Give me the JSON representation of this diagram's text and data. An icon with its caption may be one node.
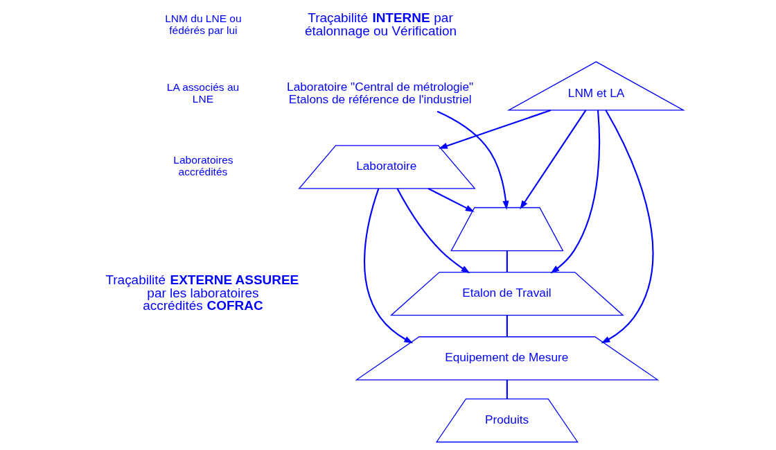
{
  "diagram": {
    "nodes": [
      {
        "text": [
          "LNM et LA"
        ]
      },
      {
        "text": [
          "Laboratoire"
        ]
      },
      {
        "text": [
          "Laboratoire \"Central de métrologie\" Etalons de référence de l'industriel"
        ]
      },
      {
        "text": [],
        "shape": "trapezoid"
      },
      {
        "text": [
          "Etalon de Travail"
        ]
      },
      {
        "text": [
          "Equipement de Mesure"
        ]
      },
      {
        "text": [
          "Produits"
        ]
      }
    ],
    "edges": [
      {
        "from": 0,
        "to": 1,
        "arrow": "to"
      },
      {
        "from": 0,
        "to": 3,
        "arrow": "to"
      },
      {
        "from": 0,
        "to": 4,
        "arrow": "to"
      },
      {
        "from": 0,
        "to": 5,
        "arrow": "to"
      },
      {
        "from": 1,
        "to": 3,
        "arrow": "to"
      },
      {
        "from": 1,
        "to": 4,
        "arrow": "to"
      },
      {
        "from": 1,
        "to": 5,
        "arrow": "to"
      },
      {
        "from": 2,
        "to": 3,
        "arrow": "to"
      },
      {
        "from": 3,
        "to": 4,
        "arrow": "none"
      },
      {
        "from": 4,
        "to": 5,
        "arrow": "none"
      },
      {
        "from": 5,
        "to": 6,
        "arrow": "none"
      }
    ],
    "labels": [
      "Traçabilité **INTERNE** par étalonnage ou Vérification",
      "LNM du LNE ou fédérés par lui",
      "LA associés au LNE",
      "Laboratoires accrédités",
      "Traçabilité **EXTERNE ASSUREE** par les laboratoires accrédités **COFRAC**"
    ]
  }
}
